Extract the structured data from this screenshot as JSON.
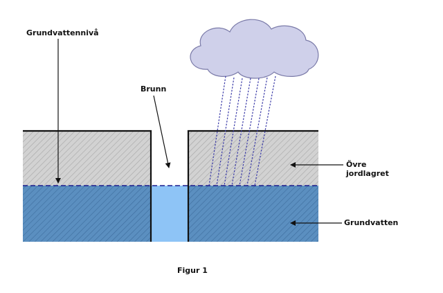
{
  "labels": {
    "groundwater_level": "Grundvattennivå",
    "well": "Brunn",
    "upper_soil_line1": "Övre",
    "upper_soil_line2": "jordlagret",
    "groundwater": "Grundvatten",
    "figure_caption": "Figur 1"
  },
  "colors": {
    "soil_fill": "#d2d2d2",
    "soil_hatch": "#a8a8a8",
    "water_fill": "#5b8fc0",
    "water_hatch": "#3f6f9f",
    "well_water": "#8ec4f6",
    "water_table_line": "#1a1a8c",
    "rain": "#3a3aa8",
    "cloud_fill": "#cfd0ea",
    "cloud_stroke": "#7a7aa8",
    "outline": "#111111"
  },
  "icons": [
    "cloud-icon",
    "rain-icon"
  ]
}
